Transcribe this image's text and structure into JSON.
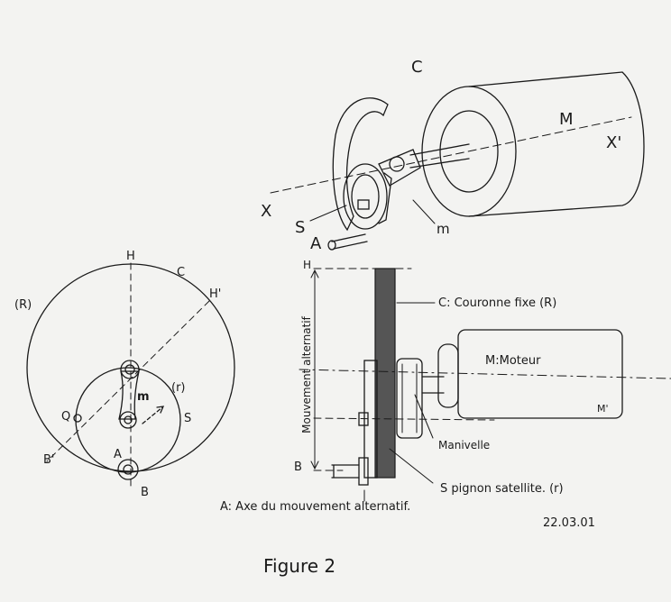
{
  "top_view": {
    "label_c": "C",
    "label_m": "M",
    "label_xp": "X'",
    "label_x": "X",
    "label_s": "S",
    "label_a": "A",
    "label_mm": "m"
  },
  "left_view": {
    "label_h": "H",
    "label_c": "C",
    "label_hp": "H'",
    "label_r": "(R)",
    "label_rr": "(r)",
    "label_m": "m",
    "label_s": "S",
    "label_q": "Q",
    "label_bp": "B'",
    "label_a": "A",
    "label_b": "B"
  },
  "side_view": {
    "label_h": "H",
    "label_b": "B",
    "vertical": "Mouvement alternatif",
    "couronne": "C: Couronne fixe (R)",
    "moteur": "M:Moteur",
    "m_prime": "M'",
    "manivelle": "Manivelle",
    "pignon": "S pignon satellite. (r)",
    "axe": "A: Axe du mouvement alternatif."
  },
  "date": "22.03.01",
  "caption": "Figure 2"
}
